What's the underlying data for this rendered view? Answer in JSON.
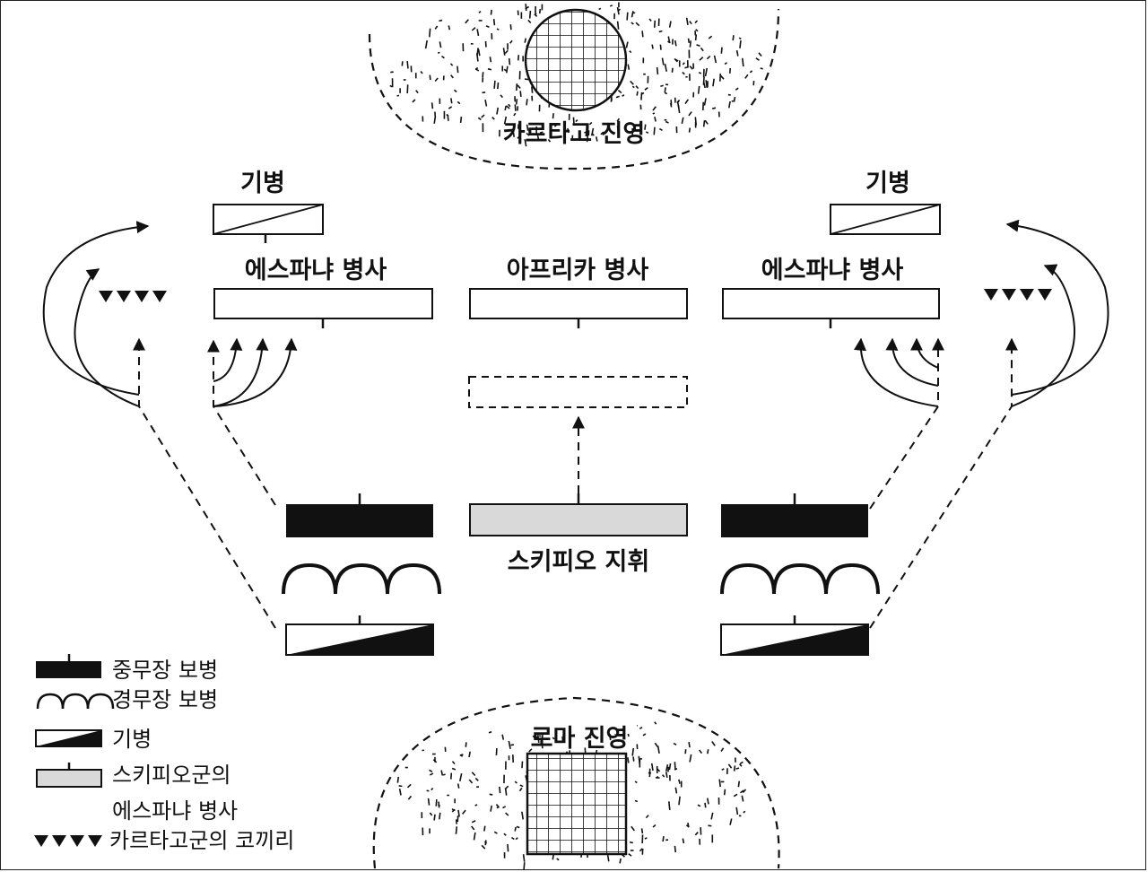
{
  "camps": {
    "carthage": "카르타고 진영",
    "rome": "로마 진영"
  },
  "carthage_side": {
    "cavalry_left": "기병",
    "cavalry_right": "기병",
    "spanish_left": "에스파냐 병사",
    "african": "아프리카 병사",
    "spanish_right": "에스파냐 병사"
  },
  "roman_side": {
    "scipio_command": "스키피오 지휘"
  },
  "legend": {
    "heavy_infantry": "중무장 보병",
    "light_infantry": "경무장 보병",
    "cavalry": "기병",
    "scipio_army_line1": "스키피오군의",
    "scipio_army_line2": "에스파냐 병사",
    "elephants": "카르타고군의 코끼리"
  },
  "colors": {
    "line": "#111111",
    "scipio_fill": "#d9d9d9",
    "background": "#ffffff"
  },
  "icons": [
    "grid-camp-icon",
    "heavy-infantry-icon",
    "light-infantry-icon",
    "cavalry-icon",
    "scipio-unit-icon",
    "elephant-icon",
    "arrow-icon"
  ]
}
